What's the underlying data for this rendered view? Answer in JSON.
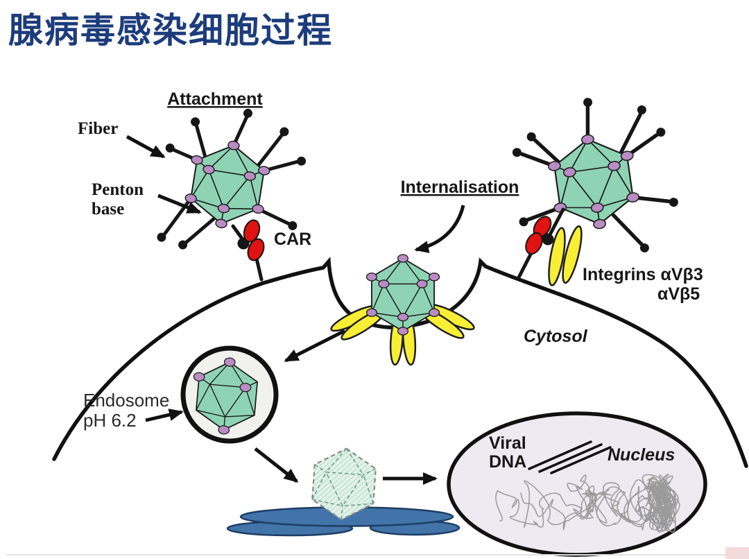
{
  "page": {
    "title": "腺病毒感染细胞过程"
  },
  "diagram": {
    "labels": {
      "attachment": "Attachment",
      "fiber": "Fiber",
      "penton_base_line1": "Penton",
      "penton_base_line2": "base",
      "car": "CAR",
      "internalisation": "Internalisation",
      "integrins_line1": "Integrins αVβ3",
      "integrins_line2": "αVβ5",
      "cytosol": "Cytosol",
      "endosome_line1": "Endosome",
      "endosome_line2": "pH 6.2",
      "viral_dna_line1": "Viral",
      "viral_dna_line2": "DNA",
      "nucleus": "Nucleus"
    },
    "colors": {
      "title": "#1d3c7c",
      "capsid": "#8fd3b5",
      "vertex": "#b98cc4",
      "car_receptor": "#e01212",
      "integrin": "#f8ef35",
      "membrane": "#111111",
      "endosome_fill": "#f1f1ee",
      "nucleus_fill": "#edeaf1",
      "nuclear_pore": "#4273a9",
      "chromatin": "#9a9a9a",
      "uncoated_capsid": "#e2f2e9"
    }
  }
}
